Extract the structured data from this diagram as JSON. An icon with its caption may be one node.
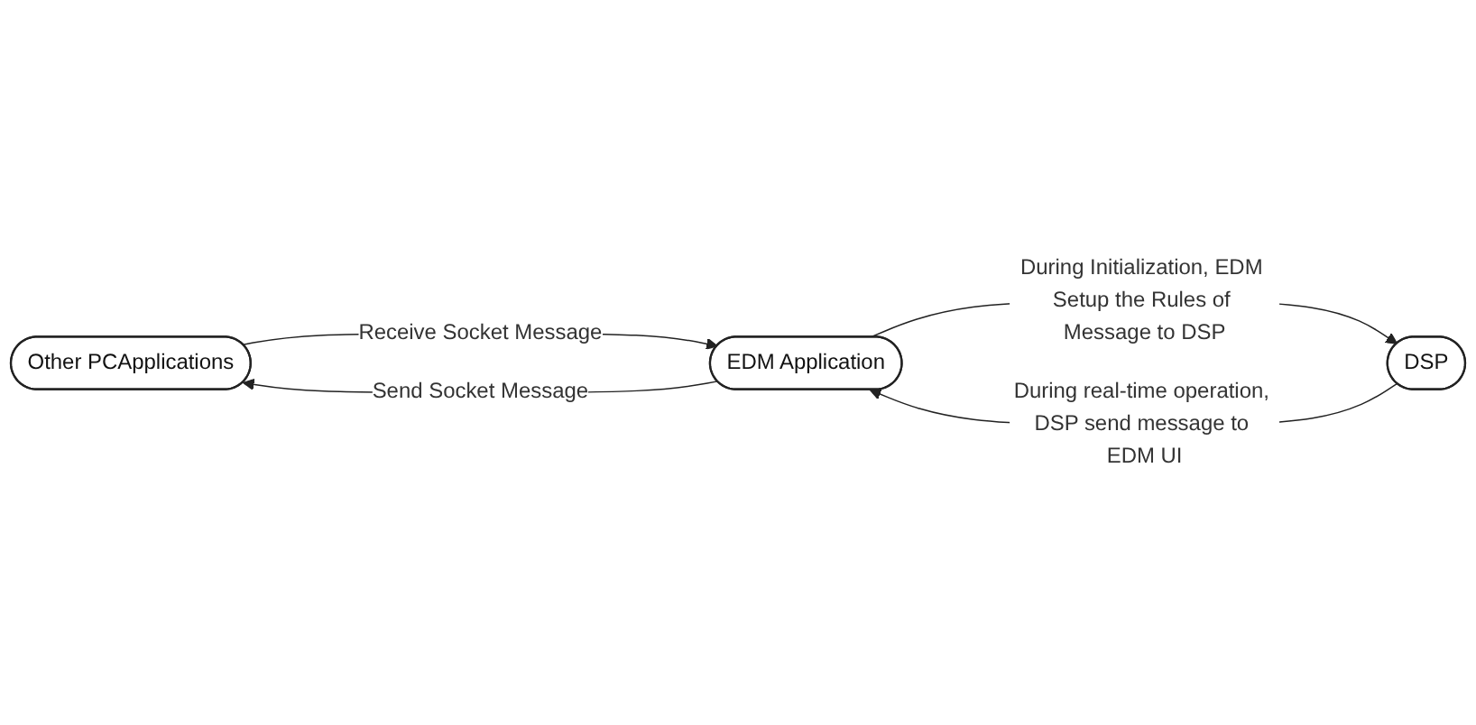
{
  "diagram": {
    "nodes": [
      {
        "text": [
          "Other PCApplications"
        ]
      },
      {
        "text": [
          "EDM Application"
        ]
      },
      {
        "text": [
          "DSP"
        ]
      }
    ],
    "edges": [
      {
        "from": 1,
        "to": 0,
        "arrow": "to",
        "label": "Send Socket Message"
      },
      {
        "from": 0,
        "to": 1,
        "arrow": "to",
        "label": "Receive Socket Message"
      },
      {
        "from": 1,
        "to": 2,
        "arrow": "to",
        "label": "During Initialization, EDM Setup the Rules of Message to DSP"
      },
      {
        "from": 2,
        "to": 1,
        "arrow": "to",
        "label": "During real-time operation, DSP send message to EDM UI"
      }
    ]
  }
}
